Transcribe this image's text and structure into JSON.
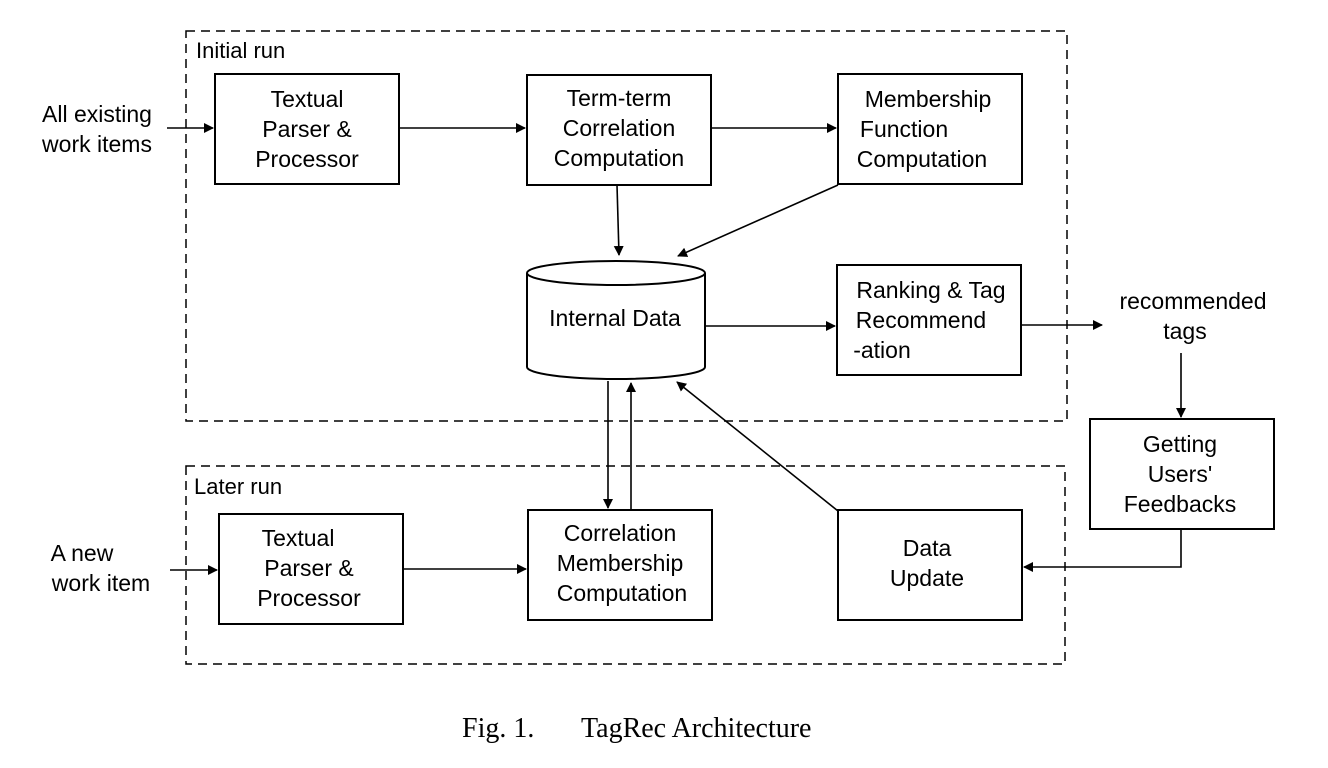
{
  "regions": {
    "initial_run": "Initial run",
    "later_run": "Later run"
  },
  "inputs": {
    "all_existing": [
      "All existing",
      "work items"
    ],
    "new_item": [
      "A new",
      "work item"
    ]
  },
  "nodes": {
    "parser1": [
      "Textual",
      "Parser &",
      "Processor"
    ],
    "term_corr": [
      "Term-term",
      "Correlation",
      "Computation"
    ],
    "membership": [
      "Membership",
      "Function",
      "Computation"
    ],
    "internal_data": [
      "Internal Data"
    ],
    "ranking": [
      "Ranking & Tag",
      "Recommend",
      "-ation"
    ],
    "parser2": [
      "Textual",
      "Parser &",
      "Processor"
    ],
    "corr_member": [
      "Correlation",
      "Membership",
      "Computation"
    ],
    "data_update": [
      "Data",
      "Update"
    ],
    "feedback": [
      "Getting",
      "Users'",
      "Feedbacks"
    ]
  },
  "outputs": {
    "recommended": [
      "recommended",
      "tags"
    ]
  },
  "caption": {
    "label": "Fig. 1.",
    "title": "TagRec Architecture"
  }
}
